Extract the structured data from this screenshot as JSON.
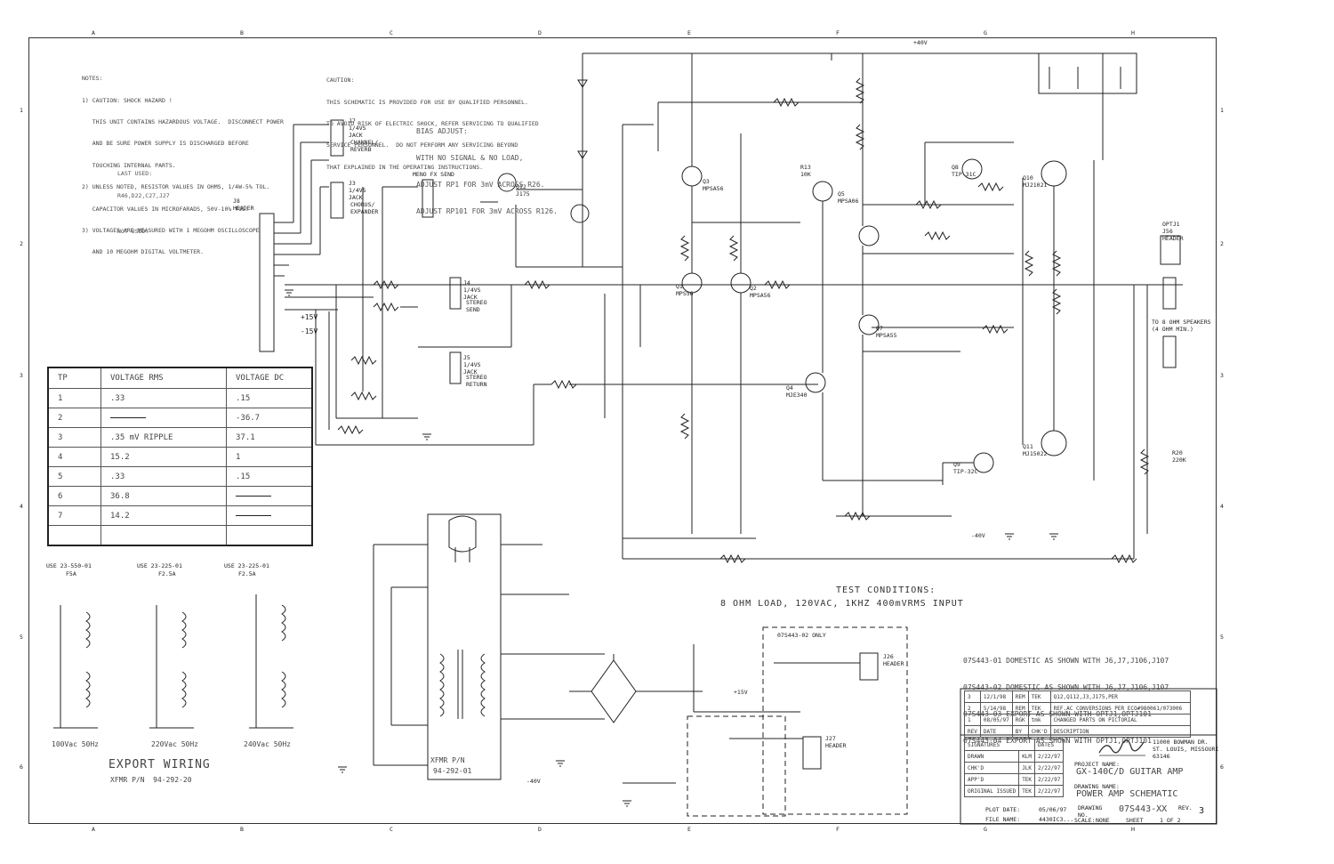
{
  "grid": {
    "top": [
      "A",
      "B",
      "C",
      "D",
      "E",
      "F",
      "G",
      "H"
    ],
    "side": [
      "1",
      "2",
      "3",
      "4",
      "5",
      "6"
    ]
  },
  "notes": {
    "lines": [
      "NOTES:",
      "1) CAUTION: SHOCK HAZARD !",
      "   THIS UNIT CONTAINS HAZARDOUS VOLTAGE.  DISCONNECT POWER",
      "   AND BE SURE POWER SUPPLY IS DISCHARGED BEFORE",
      "   TOUCHING INTERNAL PARTS.",
      "2) UNLESS NOTED, RESISTOR VALUES IN OHMS, 1/4W-5% TOL.",
      "   CAPACITOR VALUES IN MICROFARADS, 50V-10% TOL.",
      "3) VOLTAGES ARE MEASURED WITH 1 MEGOHM OSCILLOSCOPE",
      "   AND 10 MEGOHM DIGITAL VOLTMETER."
    ]
  },
  "caution": {
    "lines": [
      "CAUTION:",
      "THIS SCHEMATIC IS PROVIDED FOR USE BY QUALIFIED PERSONNEL.",
      "TO AVOID RISK OF ELECTRIC SHOCK, REFER SERVICING TO QUALIFIED",
      "SERVICE PERSONNEL.  DO NOT PERFORM ANY SERVICING BEYOND",
      "THAT EXPLAINED IN THE OPERATING INSTRUCTIONS."
    ]
  },
  "bias": {
    "lines": [
      "BIAS ADJUST:",
      "WITH NO SIGNAL & NO LOAD,",
      "ADJUST RP1 FOR 3mV ACROSS R26.",
      "ADJUST RP101 FOR 3mV ACROSS R126."
    ]
  },
  "last_used": {
    "lines": [
      "LAST USED:",
      "R46,D22,C27,J27",
      "",
      "NOT USED:"
    ]
  },
  "tp_table": {
    "headers": [
      "TP",
      "VOLTAGE RMS",
      "VOLTAGE DC"
    ],
    "rows": [
      [
        "1",
        ".33",
        "",
        ".15"
      ],
      [
        "2",
        "",
        "line",
        "-36.7"
      ],
      [
        "3",
        ".35 mV RIPPLE",
        "",
        "37.1"
      ],
      [
        "4",
        "15.2",
        "",
        "1"
      ],
      [
        "5",
        ".33",
        "",
        ".15"
      ],
      [
        "6",
        "36.8",
        "",
        "line"
      ],
      [
        "7",
        "14.2",
        "",
        "line"
      ],
      [
        "",
        "",
        "",
        ""
      ]
    ]
  },
  "test_conditions": {
    "title": "TEST CONDITIONS:",
    "body": "8 OHM LOAD, 120VAC, 1KHZ 400mVRMS INPUT"
  },
  "variants": {
    "lines": [
      "07S443-01 DOMESTIC AS SHOWN WITH J6,J7,J106,J107",
      "07S443-02 DOMESTIC AS SHOWN WITH J6,J7,J106,J107",
      "07S443-03 EXPORT AS SHOWN WITH OPTJ1,OPTJ101",
      "07S443-04 EXPORT AS SHOWN WITH OPTJ1,OPTJ101"
    ]
  },
  "export_wiring": {
    "title": "EXPORT WIRING",
    "part": "XFMR P/N  94-292-20",
    "fuses": [
      {
        "use": "USE 23-550-01",
        "rating": "F5A",
        "label": "100Vac 50Hz"
      },
      {
        "use": "USE 23-225-01",
        "rating": "F2.5A",
        "label": "220Vac 50Hz"
      },
      {
        "use": "USE 23-225-01",
        "rating": "F2.5A",
        "label": "240Vac 50Hz"
      }
    ]
  },
  "xfmr": {
    "title": "XFMR P/N",
    "part": "94-292-01"
  },
  "labels": {
    "header_j8": "J8\nHEADER",
    "menu_fx": "MENO FX SEND",
    "j7": "J7\n1/4VS\nJACK",
    "j7b": "CHANNEL/\nREVERB",
    "j1": "J3\n1/4VS\nJACK",
    "j1b": "CHORUS/\nEXPANDER",
    "j4": "J4\n1/4VS\nJACK",
    "j4b": "STEREO\nSEND",
    "j5": "J5\n1/4VS\nJACK",
    "j5b": "STEREO\nRETURN",
    "p15": "+15V",
    "m15": "-15V",
    "p40": "+40V",
    "m40": "-40V",
    "m40b": "-40V",
    "p15b": "+15V",
    "speakers": "TO 8 OHM SPEAKERS\n(4 OHM MIN.)",
    "optj1": "OPTJ1\nJ56\nHEADER",
    "j26": "J26\nHEADER",
    "j27": "J27\nHEADER",
    "only02": "07S443-02 ONLY",
    "q1": "Q1\nMPS56",
    "q2": "Q2\nMPSA56",
    "q3": "Q3\nMPSA56",
    "q4": "Q4\nMJE340",
    "q5": "Q5\nMPSA06",
    "q7": "Q7\nMPSA55",
    "q10": "Q10\nMJ21021",
    "q11": "Q11\nMJ15022",
    "q8": "Q8\nTIP-31C",
    "q9": "Q9\nTIP-32C",
    "q12": "Q12\nJ175",
    "r20": "R20\n220K",
    "r13": "R13\n10K"
  },
  "title_block": {
    "revisions": [
      [
        "3",
        "12/1/98",
        "REM",
        "TEK",
        "Q12,Q112,J3,J175,PER"
      ],
      [
        "2",
        "5/14/98",
        "REM",
        "TEK",
        "REF.AC CONVERSIONS PER ECO#980061/073006"
      ],
      [
        "1",
        "08/05/97",
        "RGK",
        "tmk",
        "CHANGED PARTS ON PICTORIAL"
      ],
      [
        "REV",
        "DATE",
        "BY",
        "CHK'D",
        "DESCRIPTION"
      ]
    ],
    "signatures": [
      [
        "SIGNATURES",
        "DATES"
      ],
      [
        "DRAWN",
        "KLM",
        "2/22/97"
      ],
      [
        "CHK'D",
        "JLK",
        "2/22/97"
      ],
      [
        "APP'D",
        "TEK",
        "2/22/97"
      ],
      [
        "ORIGINAL ISSUED",
        "TEK",
        "2/22/97"
      ]
    ],
    "company_addr": "11000 BOWMAN DR.\nST. LOUIS, MISSOURI\n63146",
    "project_label": "PROJECT NAME:",
    "project": "GX-140C/D GUITAR AMP",
    "drawing_label": "DRAWING NAME:",
    "drawing": "POWER AMP SCHEMATIC",
    "plot_date_label": "PLOT DATE:",
    "plot_date": "05/06/97",
    "file_label": "FILE NAME:",
    "file": "4430IC3...",
    "dwg_label": "DRAWING\nNO.",
    "dwg_no": "07S443-XX",
    "rev_label": "REV.",
    "rev": "3",
    "scale_label": "SCALE:",
    "scale": "NONE",
    "sheet_label": "SHEET",
    "sheet": "1 OF 2"
  }
}
